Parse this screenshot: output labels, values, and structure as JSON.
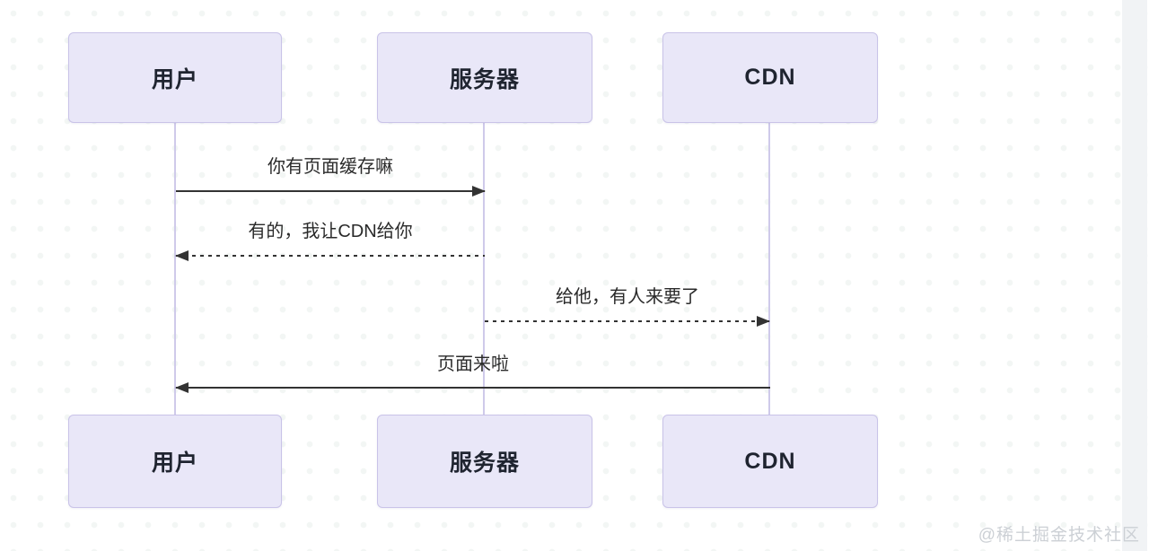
{
  "diagram": {
    "actors": [
      {
        "id": "user",
        "label": "用户"
      },
      {
        "id": "server",
        "label": "服务器"
      },
      {
        "id": "cdn",
        "label": "CDN"
      }
    ],
    "messages": [
      {
        "text": "你有页面缓存嘛",
        "from": "user",
        "to": "server",
        "line": "solid"
      },
      {
        "text": "有的，我让CDN给你",
        "from": "server",
        "to": "user",
        "line": "dashed"
      },
      {
        "text": "给他，有人来要了",
        "from": "server",
        "to": "cdn",
        "line": "dashed"
      },
      {
        "text": "页面来啦",
        "from": "cdn",
        "to": "user",
        "line": "solid"
      }
    ],
    "colors": {
      "actor_fill": "#e9e7f8",
      "actor_border": "#c9c3e8",
      "lifeline": "#cfcaea",
      "arrow": "#333333",
      "gutter": "#f1f3f5"
    }
  },
  "watermark": {
    "text": "@稀土掘金技术社区"
  }
}
